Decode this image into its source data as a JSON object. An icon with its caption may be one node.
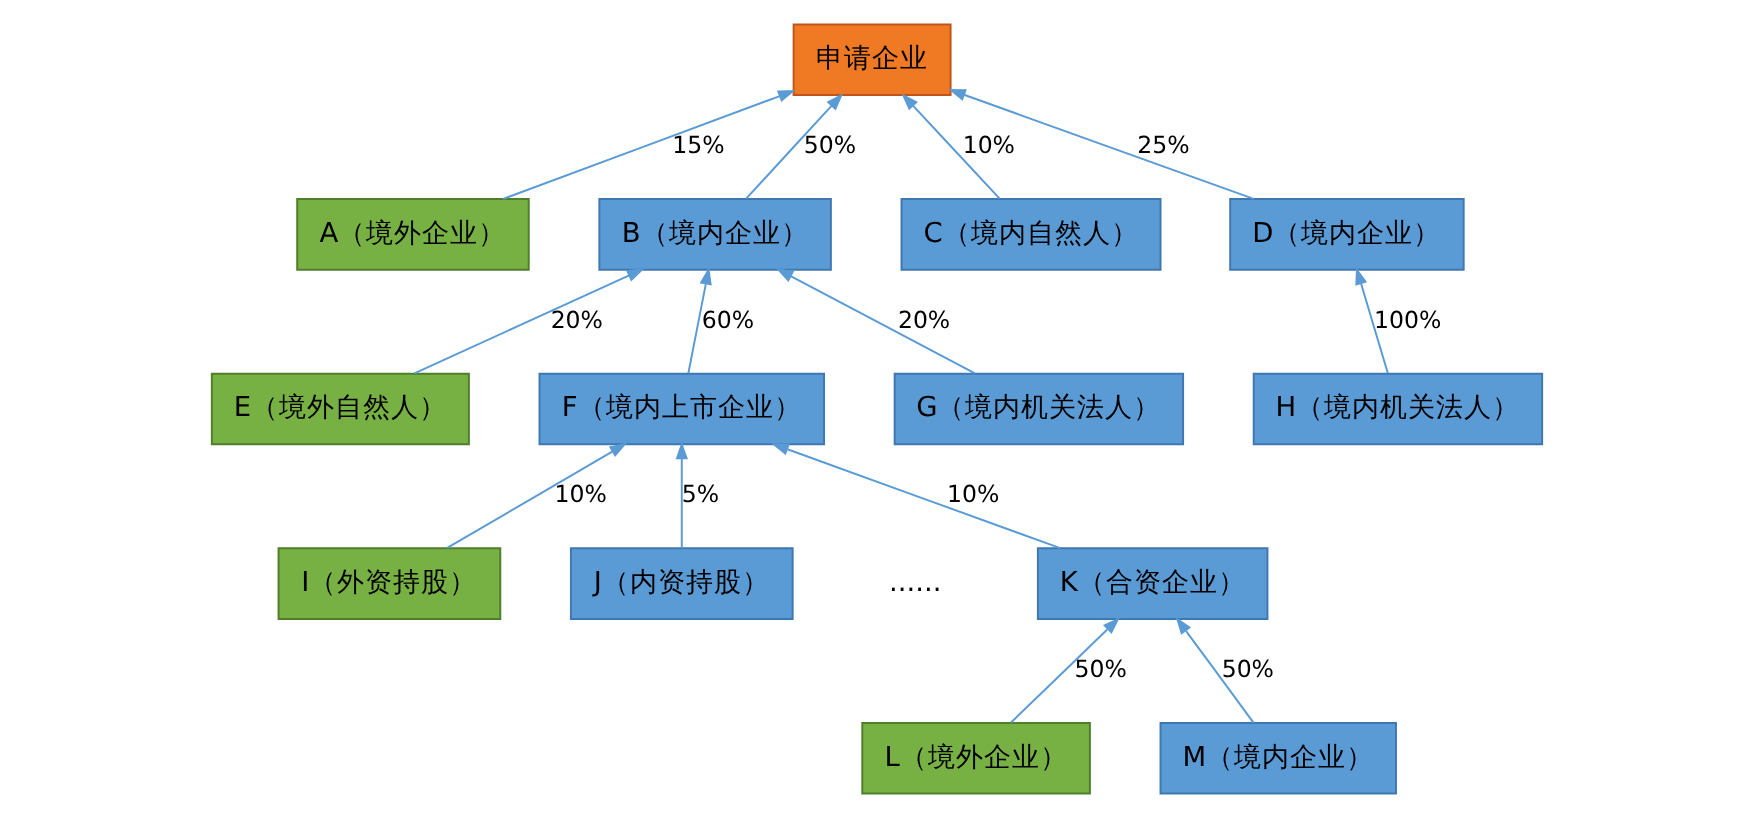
{
  "diagram": {
    "nodes": [
      {
        "text": [
          "申请企业"
        ]
      },
      {
        "text": [
          "A（境外企业）"
        ]
      },
      {
        "text": [
          "B（境内企业）"
        ]
      },
      {
        "text": [
          "C（境内自然人）"
        ]
      },
      {
        "text": [
          "D（境内企业）"
        ]
      },
      {
        "text": [
          "E（境外自然人）"
        ]
      },
      {
        "text": [
          "F（境内上市企业）"
        ]
      },
      {
        "text": [
          "G（境内机关法人）"
        ]
      },
      {
        "text": [
          "H（境内机关法人）"
        ]
      },
      {
        "text": [
          "I（外资持股）"
        ]
      },
      {
        "text": [
          "J（内资持股）"
        ]
      },
      {
        "text": [
          "K（合资企业）"
        ]
      },
      {
        "text": [
          "L（境外企业）"
        ]
      },
      {
        "text": [
          "M（境内企业）"
        ]
      }
    ],
    "edges": [
      {
        "from": 1,
        "to": 0,
        "arrow": "to",
        "label": "15%"
      },
      {
        "from": 2,
        "to": 0,
        "arrow": "to",
        "label": "50%"
      },
      {
        "from": 3,
        "to": 0,
        "arrow": "to",
        "label": "10%"
      },
      {
        "from": 4,
        "to": 0,
        "arrow": "to",
        "label": "25%"
      },
      {
        "from": 5,
        "to": 2,
        "arrow": "to",
        "label": "20%"
      },
      {
        "from": 6,
        "to": 2,
        "arrow": "to",
        "label": "60%"
      },
      {
        "from": 7,
        "to": 2,
        "arrow": "to",
        "label": "20%"
      },
      {
        "from": 8,
        "to": 4,
        "arrow": "to",
        "label": "100%"
      },
      {
        "from": 9,
        "to": 6,
        "arrow": "to",
        "label": "10%"
      },
      {
        "from": 10,
        "to": 6,
        "arrow": "to",
        "label": "5%"
      },
      {
        "from": 11,
        "to": 6,
        "arrow": "to",
        "label": "10%"
      },
      {
        "from": 12,
        "to": 11,
        "arrow": "to",
        "label": "50%"
      },
      {
        "from": 13,
        "to": 11,
        "arrow": "to",
        "label": "50%"
      }
    ],
    "labels": [
      "......"
    ]
  }
}
